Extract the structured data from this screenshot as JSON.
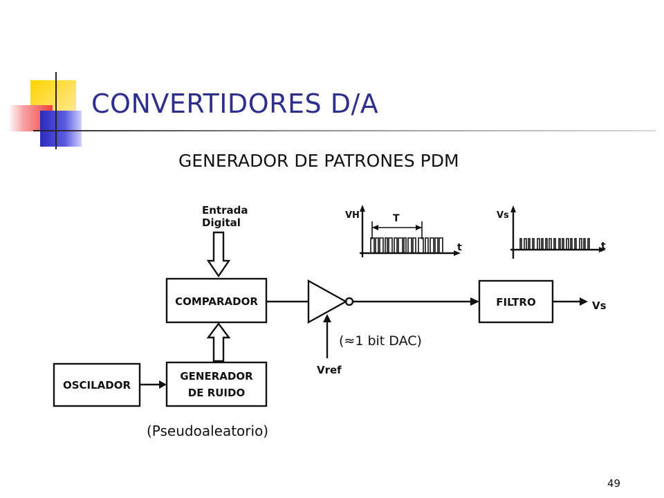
{
  "slide": {
    "title": "CONVERTIDORES D/A",
    "subtitle": "GENERADOR DE PATRONES PDM",
    "page_number": "49"
  },
  "diagram": {
    "input_label_line1": "Entrada",
    "input_label_line2": "Digital",
    "comparator": "COMPARADOR",
    "noise_generator_line1": "GENERADOR",
    "noise_generator_line2": "DE RUIDO",
    "oscillator": "OSCILADOR",
    "filter": "FILTRO",
    "output_label": "Vs",
    "reference_label": "Vref",
    "dac_note": "(≈1 bit DAC)",
    "noise_note": "(Pseudoaleatorio)",
    "waveform_left": {
      "y_label": "VH",
      "period_label": "T",
      "x_label": "t"
    },
    "waveform_right": {
      "y_label": "Vs",
      "x_label": "t"
    }
  },
  "colors": {
    "title": "#2e2e8c",
    "deco_yellow": "#ffcc00",
    "deco_blue": "#3a3acb",
    "deco_red": "#f04040"
  }
}
